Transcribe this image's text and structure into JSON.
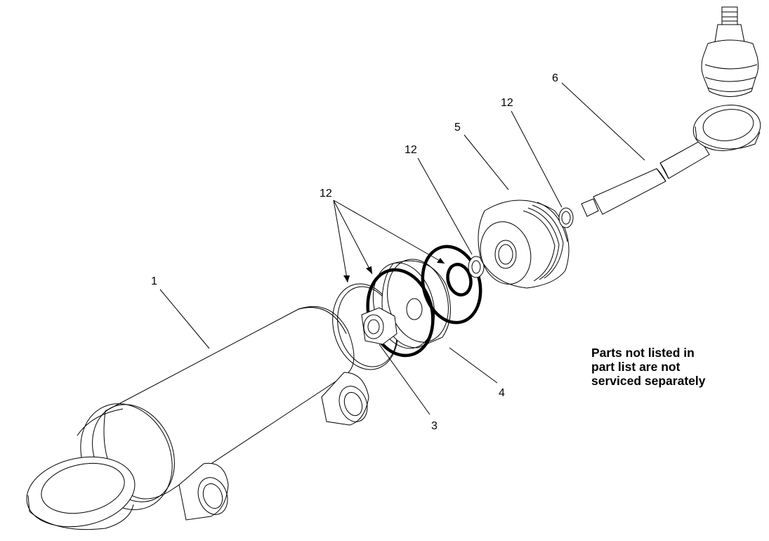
{
  "callouts": {
    "c1": "1",
    "c3": "3",
    "c4": "4",
    "c5": "5",
    "c6": "6",
    "c12a": "12",
    "c12b": "12",
    "c12c": "12"
  },
  "note": {
    "line1": "Parts not listed in",
    "line2": "part list are not",
    "line3": "serviced separately"
  }
}
